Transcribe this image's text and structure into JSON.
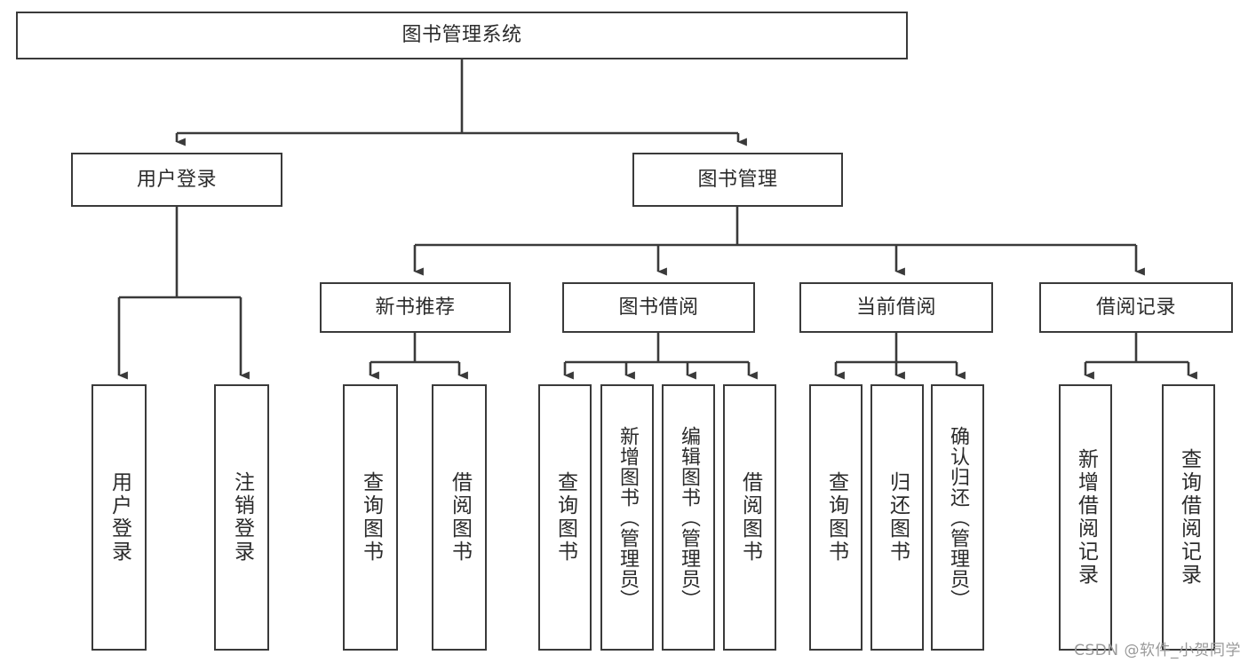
{
  "diagram": {
    "type": "tree-flowchart",
    "title": "图书管理系统",
    "watermark": "CSDN @软件_小贺同学",
    "colors": {
      "box_border": "#3a3a3a",
      "box_fill": "#ffffff",
      "edge": "#3a3a3a",
      "text": "#2b2b2b",
      "watermark": "#9a9a9a",
      "background": "#ffffff"
    },
    "nodes": {
      "root": {
        "label": "图书管理系统"
      },
      "level2": [
        {
          "id": "user-login",
          "label": "用户登录"
        },
        {
          "id": "book-manage",
          "label": "图书管理"
        }
      ],
      "level3": [
        {
          "id": "new-book-recommend",
          "label": "新书推荐"
        },
        {
          "id": "book-borrow",
          "label": "图书借阅"
        },
        {
          "id": "current-borrow",
          "label": "当前借阅"
        },
        {
          "id": "borrow-record",
          "label": "借阅记录"
        }
      ],
      "leaves": {
        "user_login": [
          {
            "id": "leaf-user-login",
            "label": "用户登录"
          },
          {
            "id": "leaf-logout-login",
            "label": "注销登录"
          }
        ],
        "new_book_recommend": [
          {
            "id": "leaf-query-book-1",
            "label": "查询图书"
          },
          {
            "id": "leaf-borrow-book-1",
            "label": "借阅图书"
          }
        ],
        "book_borrow": [
          {
            "id": "leaf-query-book-2",
            "label": "查询图书"
          },
          {
            "id": "leaf-add-book",
            "label": "新增图书（管理员）"
          },
          {
            "id": "leaf-edit-book",
            "label": "编辑图书（管理员）"
          },
          {
            "id": "leaf-borrow-book-2",
            "label": "借阅图书"
          }
        ],
        "current_borrow": [
          {
            "id": "leaf-query-book-3",
            "label": "查询图书"
          },
          {
            "id": "leaf-return-book",
            "label": "归还图书"
          },
          {
            "id": "leaf-confirm-return",
            "label": "确认归还（管理员）"
          }
        ],
        "borrow_record": [
          {
            "id": "leaf-add-record",
            "label": "新增借阅记录"
          },
          {
            "id": "leaf-query-record",
            "label": "查询借阅记录"
          }
        ]
      }
    }
  }
}
